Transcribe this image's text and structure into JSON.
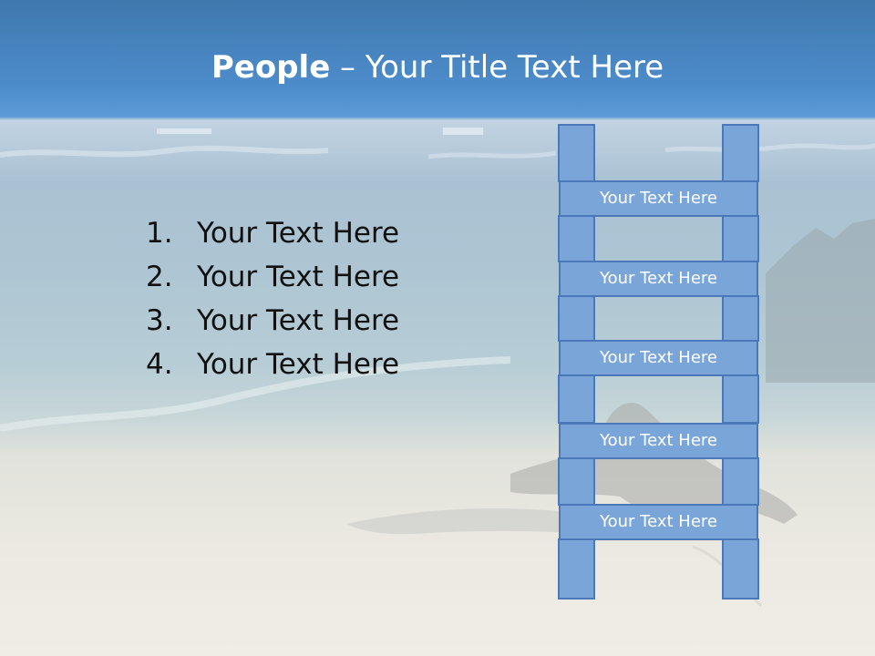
{
  "title": {
    "bold_part": "People",
    "rest": " – Your Title Text Here"
  },
  "list": [
    {
      "number": "1.",
      "text": "Your Text Here"
    },
    {
      "number": "2.",
      "text": "Your Text Here"
    },
    {
      "number": "3.",
      "text": "Your Text Here"
    },
    {
      "number": "4.",
      "text": "Your Text Here"
    }
  ],
  "ladder": {
    "rungs": [
      "Your Text Here",
      "Your Text Here",
      "Your Text Here",
      "Your Text Here",
      "Your Text Here"
    ]
  },
  "colors": {
    "ladder_fill": "#7aa5d9",
    "ladder_border": "#4a78b8",
    "title_band": "#4d8ccb"
  }
}
